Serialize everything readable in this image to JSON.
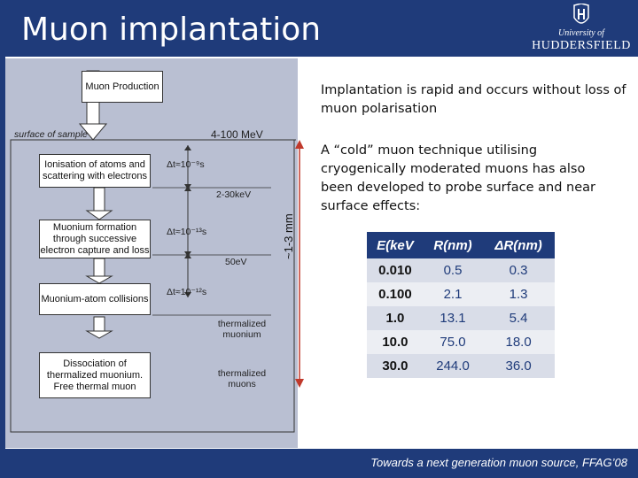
{
  "slide": {
    "title": "Muon implantation"
  },
  "logo": {
    "line1": "University of",
    "line2": "HUDDERSFIELD"
  },
  "diagram": {
    "top_box": "Muon Production",
    "surface_label": "surface of sample",
    "energy_top": "4-100 MeV",
    "boxes": [
      "Ionisation of atoms and scattering with electrons",
      "Muonium formation through successive electron capture and loss",
      "Muonium-atom collisions",
      "Dissociation of thermalized muonium. Free thermal muon"
    ],
    "dt_labels": [
      "Δt≈10⁻⁹s",
      "Δt≈10⁻¹³s",
      "Δt≈10⁻¹²s"
    ],
    "energies": [
      "2-30keV",
      "50eV",
      "thermalized muonium",
      "thermalized muons"
    ],
    "depth_label": "~1-3 mm"
  },
  "text": {
    "para1": "Implantation is rapid and occurs without loss of muon polarisation",
    "para2": "A “cold” muon technique utilising cryogenically moderated muons has also been developed to probe surface and near surface effects:"
  },
  "table": {
    "headers": [
      "E(keV",
      "R(nm)",
      "ΔR(nm)"
    ],
    "rows": [
      [
        "0.010",
        "0.5",
        "0.3"
      ],
      [
        "0.100",
        "2.1",
        "1.3"
      ],
      [
        "1.0",
        "13.1",
        "5.4"
      ],
      [
        "10.0",
        "75.0",
        "18.0"
      ],
      [
        "30.0",
        "244.0",
        "36.0"
      ]
    ]
  },
  "footer": {
    "text": "Towards a next generation muon source, FFAG’08"
  },
  "colors": {
    "header": "#1f3b7a",
    "table_header": "#1f3b7a",
    "diagram_bg": "#b9bfd2",
    "depth_arrow": "#c0392b"
  }
}
